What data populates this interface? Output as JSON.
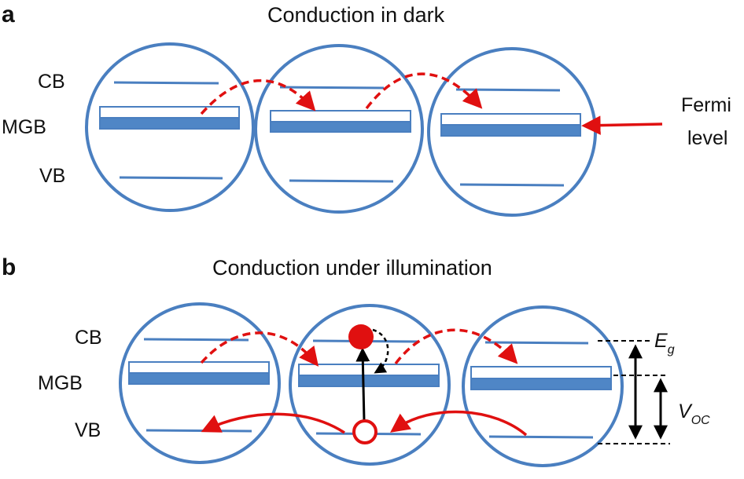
{
  "panel_a": {
    "letter": "a",
    "title": "Conduction in dark",
    "labels": {
      "cb": "CB",
      "mgb": "MGB",
      "vb": "VB"
    },
    "fermi_line1": "Fermi",
    "fermi_line2": "level"
  },
  "panel_b": {
    "letter": "b",
    "title": "Conduction under illumination",
    "labels": {
      "cb": "CB",
      "mgb": "MGB",
      "vb": "VB"
    },
    "eg_main": "E",
    "eg_sub": "g",
    "voc_main": "V",
    "voc_sub": "OC"
  },
  "colors": {
    "circle": "#4a7fc0",
    "band": "#4a7fc0",
    "band_fill": "#4f86c6",
    "arrow_red": "#e01010",
    "arrow_black": "#000000"
  }
}
